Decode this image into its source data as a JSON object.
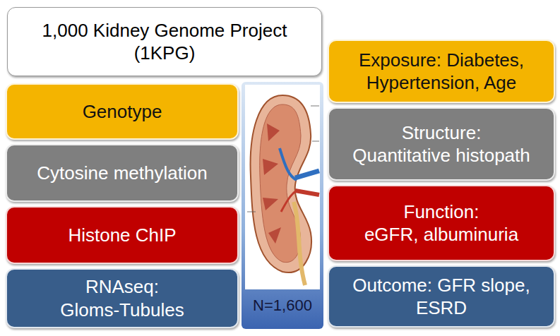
{
  "diagram": {
    "nodes": [
      {
        "text": [
          "1,000 Kidney Genome Project (1KPG)"
        ]
      },
      {
        "text": [
          "Genotype"
        ]
      },
      {
        "text": [
          "Cytosine methylation"
        ]
      },
      {
        "text": [
          "Histone ChIP"
        ]
      },
      {
        "text": [
          "RNAseq:",
          "Gloms-Tubules"
        ]
      },
      {
        "text": [
          "Exposure: Diabetes, Hypertension, Age"
        ]
      },
      {
        "text": [
          "Structure:",
          "Quantitative histopath"
        ]
      },
      {
        "text": [
          "Function:",
          "eGFR, albuminuria"
        ]
      },
      {
        "text": [
          "Outcome: GFR slope, ESRD"
        ]
      }
    ],
    "labels": [
      "N=1,600"
    ]
  }
}
